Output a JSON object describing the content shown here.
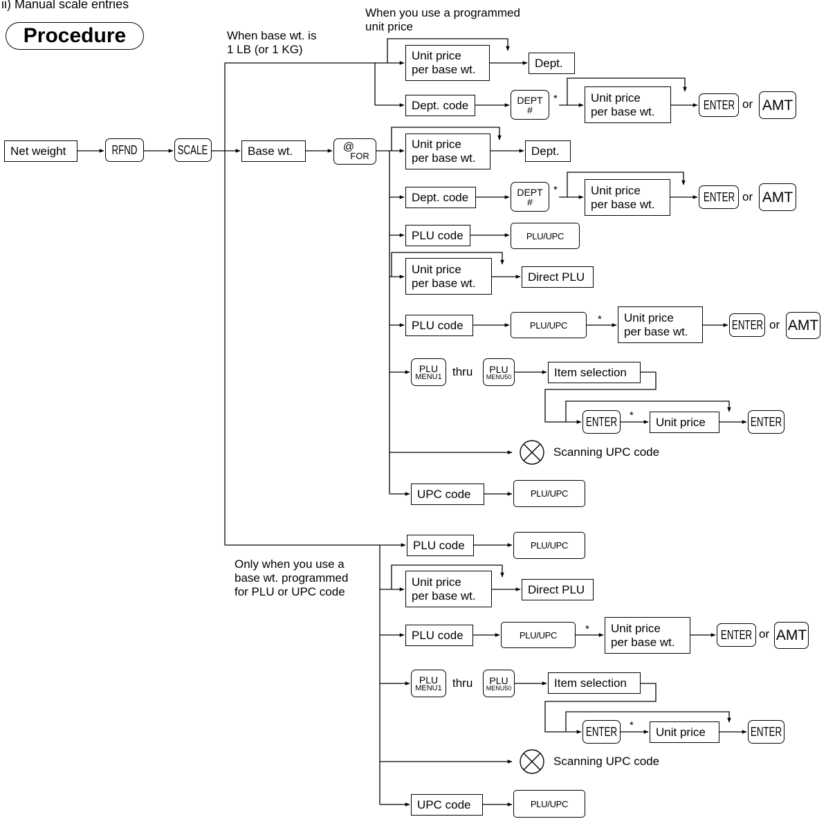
{
  "heading": "ii) Manual scale entries",
  "procedure_label": "Procedure",
  "notes": {
    "programmed_price": [
      "When you use a programmed",
      "unit price"
    ],
    "base_wt_1lb": [
      "When base wt. is",
      "1 LB (or 1 KG)"
    ],
    "only_plu_upc": [
      "Only when you use a",
      "base wt. programmed",
      "for PLU or UPC code"
    ]
  },
  "boxes": {
    "net_weight": "Net weight",
    "base_wt": "Base wt.",
    "unit_price_per_base_wt": [
      "Unit price",
      "per base wt."
    ],
    "unit_price": "Unit price",
    "dept": "Dept.",
    "dept_code": "Dept. code",
    "plu_code": "PLU code",
    "upc_code": "UPC code",
    "direct_plu": "Direct PLU",
    "item_selection": "Item selection"
  },
  "keys": {
    "rfnd": "RFND",
    "scale": "SCALE",
    "at_for": [
      "@",
      "FOR"
    ],
    "dept_hash": [
      "DEPT",
      "#"
    ],
    "enter": "ENTER",
    "amt": "AMT",
    "plu_upc": "PLU/UPC",
    "plu_menu1": [
      "PLU",
      "MENU1"
    ],
    "plu_menu50": [
      "PLU",
      "MENU50"
    ]
  },
  "words": {
    "or": "or",
    "thru": "thru",
    "star": "*"
  },
  "scanning": "Scanning UPC code"
}
